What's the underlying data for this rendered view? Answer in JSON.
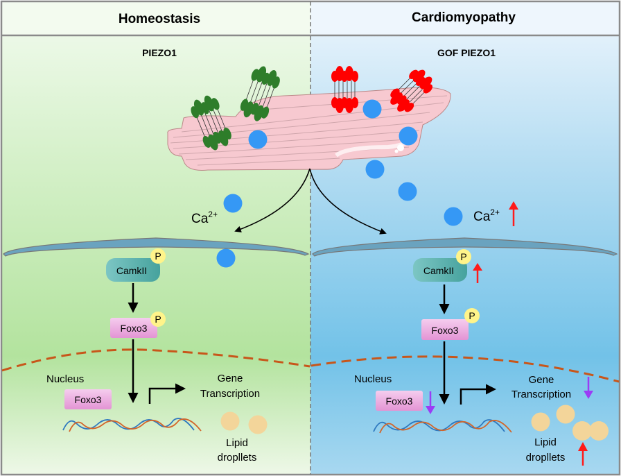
{
  "panels": {
    "left": {
      "title": "Homeostasis",
      "subtitle": "PIEZO1",
      "ca_label": "Ca",
      "ca_charge": "2+",
      "camkii_label": "CamkII",
      "phospho_label": "P",
      "foxo3_cyto_label": "Foxo3",
      "nucleus_label": "Nucleus",
      "foxo3_nuc_label": "Foxo3",
      "gene_label_line1": "Gene",
      "gene_label_line2": "Transcription",
      "lipid_label_line1": "Lipid",
      "lipid_label_line2": "dropllets",
      "channel_color": "#2e7d2a",
      "background_top": "#eef8e8",
      "background_bottom": "#b6e4a2"
    },
    "right": {
      "title": "Cardiomyopathy",
      "subtitle": "GOF  PIEZO1",
      "ca_label": "Ca",
      "ca_charge": "2+",
      "camkii_label": "CamkII",
      "phospho_label": "P",
      "foxo3_cyto_label": "Foxo3",
      "nucleus_label": "Nucleus",
      "foxo3_nuc_label": "Foxo3",
      "gene_label_line1": "Gene",
      "gene_label_line2": "Transcription",
      "lipid_label_line1": "Lipid",
      "lipid_label_line2": "dropllets",
      "channel_color": "#ff0000",
      "background_top": "#eaf4fb",
      "background_bottom": "#72c2e8"
    }
  },
  "indicators": {
    "up_color": "#ff1a1a",
    "down_color": "#9b3cf5",
    "ca_change": "up",
    "camkii_change": "up",
    "foxo3_nuclear_change": "down",
    "gene_transcription_change": "down",
    "lipid_droplets_change": "up"
  },
  "colors": {
    "calcium_ion": "#3598f5",
    "membrane": "#6aa3bf",
    "nuclear_envelope": "#c8561a",
    "camkii": "#4faaa5",
    "foxo3": "#e89ad6",
    "phospho": "#fff48a",
    "lipid": "#f3d59a",
    "dna_strand_a": "#2f79bf",
    "dna_strand_b": "#d2652a",
    "cardiomyocyte": "#f7c9d0"
  }
}
